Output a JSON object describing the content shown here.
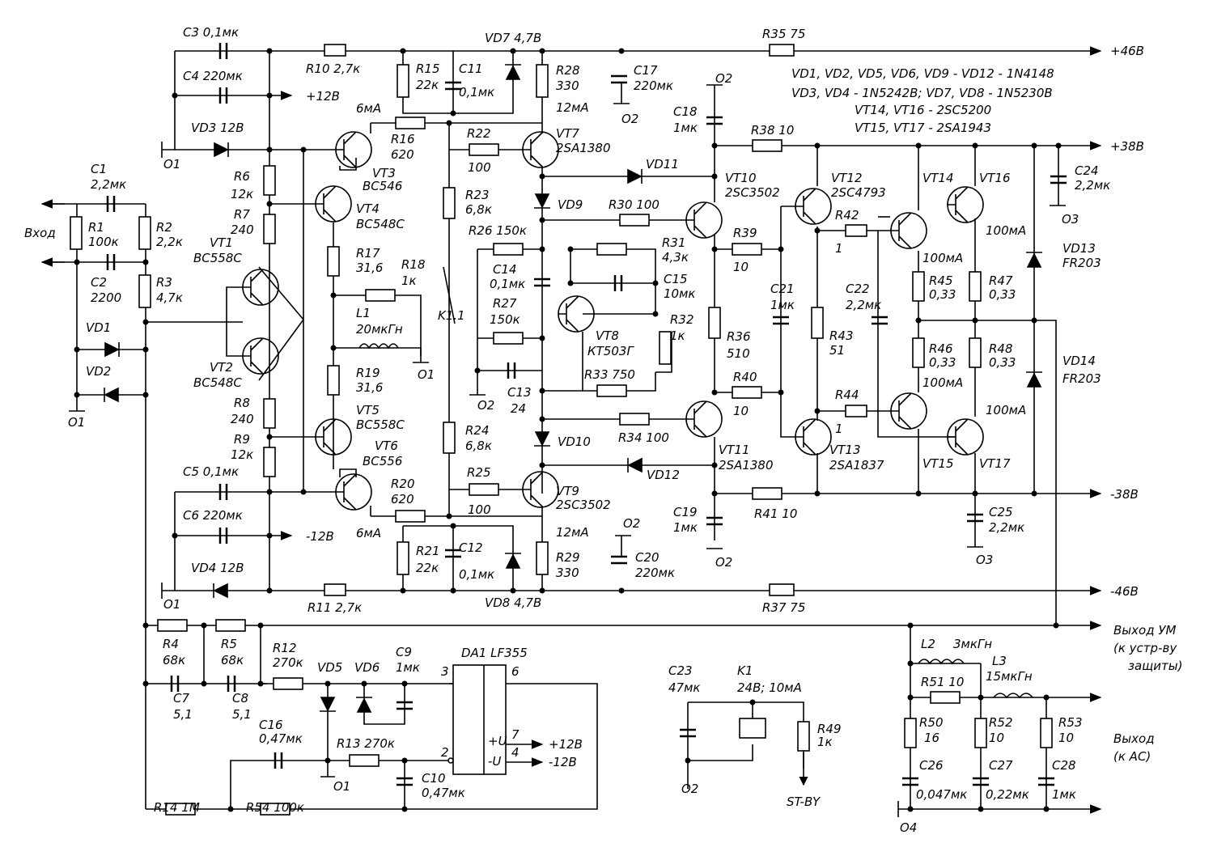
{
  "rails": {
    "p46": "+46В",
    "p38": "+38В",
    "m38": "-38В",
    "m46": "-46В",
    "p12": "+12В",
    "m12": "-12В"
  },
  "notes": [
    "VD1, VD2, VD5, VD6, VD9 - VD12 - 1N4148",
    "VD3, VD4 - 1N5242B;   VD7, VD8 - 1N5230B",
    "VT14, VT16 - 2SC5200",
    "VT15, VT17 - 2SA1943"
  ],
  "io": {
    "input": "Вход",
    "out_amp": [
      "Выход УМ",
      "(к устр-ву",
      "защиты)"
    ],
    "out_ac": [
      "Выход",
      "(к АС)"
    ],
    "standby": "ST-BY"
  },
  "grounds": {
    "o1": "О1",
    "o2": "О2",
    "o3": "О3",
    "o4": "О4"
  },
  "labels": [
    [
      "c3",
      "C3  0,1мк",
      226,
      45
    ],
    [
      "c4",
      "C4   220мк",
      226,
      99
    ],
    [
      "vd3",
      "VD3   12В",
      236,
      163
    ],
    [
      "c1",
      "C1",
      112,
      214
    ],
    [
      "c1v",
      "2,2мк",
      112,
      233
    ],
    [
      "r1",
      "R1",
      109,
      286
    ],
    [
      "r1v",
      "100к",
      109,
      304
    ],
    [
      "r2",
      "R2",
      193,
      286
    ],
    [
      "r2v",
      "2,2к",
      193,
      304
    ],
    [
      "c2",
      "C2",
      112,
      354
    ],
    [
      "c2v",
      "2200",
      112,
      373
    ],
    [
      "r3",
      "R3",
      193,
      354
    ],
    [
      "r3v",
      "4,7к",
      193,
      373
    ],
    [
      "vd1",
      "VD1",
      106,
      410
    ],
    [
      "vd2",
      "VD2",
      106,
      464
    ],
    [
      "r6",
      "R6",
      289,
      223
    ],
    [
      "r6v",
      "12к",
      285,
      245
    ],
    [
      "r7",
      "R7",
      289,
      270
    ],
    [
      "r7v",
      "240",
      285,
      289
    ],
    [
      "vt1",
      "VT1",
      259,
      305
    ],
    [
      "vt1t",
      "BC558C",
      239,
      324
    ],
    [
      "vt2",
      "VT2",
      259,
      459
    ],
    [
      "vt2t",
      "BC548C",
      239,
      478
    ],
    [
      "r8",
      "R8",
      289,
      503
    ],
    [
      "r8v",
      "240",
      285,
      523
    ],
    [
      "r9",
      "R9",
      289,
      548
    ],
    [
      "r9v",
      "12к",
      285,
      567
    ],
    [
      "c5",
      "C5  0,1мк",
      226,
      588
    ],
    [
      "c6",
      "C6    220мк",
      226,
      642
    ],
    [
      "vd4",
      "VD4   12В",
      236,
      707
    ],
    [
      "vt3",
      "VT3",
      460,
      219
    ],
    [
      "vt3t",
      "BC546",
      448,
      235
    ],
    [
      "ma6a",
      "6мА",
      440,
      139
    ],
    [
      "r16",
      "R16",
      483,
      177
    ],
    [
      "r16v",
      "620",
      483,
      196
    ],
    [
      "r10",
      "R10  2,7к",
      378,
      90
    ],
    [
      "vt4",
      "VT4",
      440,
      263
    ],
    [
      "vt4t",
      "BC548C",
      440,
      282
    ],
    [
      "r17",
      "R17",
      440,
      318
    ],
    [
      "r17v",
      "31,6",
      440,
      336
    ],
    [
      "r18",
      "R18",
      496,
      332
    ],
    [
      "r18v",
      "1к",
      496,
      352
    ],
    [
      "l1",
      "L1",
      440,
      392
    ],
    [
      "l1v",
      "20мкГн",
      440,
      412
    ],
    [
      "r19",
      "R19",
      440,
      466
    ],
    [
      "r19v",
      "31,6",
      440,
      484
    ],
    [
      "vt5",
      "VT5",
      440,
      512
    ],
    [
      "vt5t",
      "BC558C",
      440,
      530
    ],
    [
      "vt6",
      "VT6",
      463,
      556
    ],
    [
      "vt6t",
      "BC556",
      448,
      575
    ],
    [
      "r20",
      "R20",
      483,
      603
    ],
    [
      "r20v",
      "620",
      483,
      622
    ],
    [
      "ma6b",
      "6мА",
      440,
      664
    ],
    [
      "r11",
      "R11  2,7к",
      380,
      756
    ],
    [
      "r15",
      "R15",
      514,
      90
    ],
    [
      "r15v",
      "22к",
      514,
      110
    ],
    [
      "c11",
      "C11",
      567,
      90
    ],
    [
      "c11v",
      "0,1мк",
      567,
      119
    ],
    [
      "vd7",
      "VD7  4,7В",
      599,
      52
    ],
    [
      "r28",
      "R28",
      687,
      92
    ],
    [
      "r28v",
      "330",
      687,
      111
    ],
    [
      "ma12a",
      "12мА",
      687,
      138
    ],
    [
      "r22",
      "R22",
      577,
      170
    ],
    [
      "r22v",
      "100",
      578,
      212
    ],
    [
      "vt7",
      "VT7",
      687,
      170
    ],
    [
      "vt7t",
      "2SA1380",
      687,
      188
    ],
    [
      "vd11",
      "VD11",
      798,
      208
    ],
    [
      "r23",
      "R23",
      575,
      246
    ],
    [
      "r23v",
      "6,8к",
      575,
      264
    ],
    [
      "vd9",
      "VD9",
      689,
      258
    ],
    [
      "r30",
      "R30  100",
      752,
      258
    ],
    [
      "r26",
      "R26   150к",
      579,
      290
    ],
    [
      "c14",
      "C14",
      609,
      338
    ],
    [
      "c14v",
      "0,1мк",
      605,
      356
    ],
    [
      "k11",
      "K1.1",
      541,
      395
    ],
    [
      "r27",
      "R27",
      609,
      380
    ],
    [
      "r27v",
      "150к",
      605,
      400
    ],
    [
      "c13",
      "C13",
      627,
      490
    ],
    [
      "c13v",
      "24",
      631,
      510
    ],
    [
      "vt8",
      "VT8",
      736,
      420
    ],
    [
      "vt8t",
      "КТ503Г",
      726,
      439
    ],
    [
      "r31",
      "R31",
      818,
      305
    ],
    [
      "r31v",
      "4,3к",
      818,
      323
    ],
    [
      "c15",
      "C15",
      820,
      350
    ],
    [
      "c15v",
      "10мк",
      820,
      368
    ],
    [
      "r32",
      "R32",
      828,
      400
    ],
    [
      "r32v",
      "1к",
      828,
      420
    ],
    [
      "r33",
      "R33  750",
      722,
      468
    ],
    [
      "r34",
      "R34  100",
      764,
      546
    ],
    [
      "vd10",
      "VD10",
      689,
      551
    ],
    [
      "r24",
      "R24",
      575,
      537
    ],
    [
      "r24v",
      "6,8к",
      575,
      556
    ],
    [
      "vd12",
      "VD12",
      799,
      592
    ],
    [
      "r25",
      "R25",
      577,
      589
    ],
    [
      "r25v",
      "100",
      578,
      635
    ],
    [
      "vt9",
      "VT9",
      687,
      612
    ],
    [
      "vt9t",
      "2SC3502",
      687,
      629
    ],
    [
      "ma12b",
      "12мА",
      687,
      663
    ],
    [
      "r21",
      "R21",
      514,
      686
    ],
    [
      "r21v",
      "22к",
      514,
      707
    ],
    [
      "c12",
      "C12",
      567,
      682
    ],
    [
      "c12v",
      "0,1мк",
      567,
      715
    ],
    [
      "vd8",
      "VD8  4,7В",
      599,
      750
    ],
    [
      "r29",
      "R29",
      687,
      694
    ],
    [
      "r29v",
      "330",
      687,
      713
    ],
    [
      "r35",
      "R35   75",
      942,
      47
    ],
    [
      "c17",
      "C17",
      783,
      92
    ],
    [
      "c17v",
      "220мк",
      783,
      111
    ],
    [
      "c18",
      "C18",
      832,
      143
    ],
    [
      "c18v",
      "1мк",
      832,
      163
    ],
    [
      "r38",
      "R38   10",
      928,
      166
    ],
    [
      "vt10",
      "VT10",
      896,
      225
    ],
    [
      "vt10t",
      "2SC3502",
      896,
      243
    ],
    [
      "r39",
      "R39",
      906,
      293
    ],
    [
      "r39v",
      "10",
      906,
      335
    ],
    [
      "r36",
      "R36",
      898,
      421
    ],
    [
      "r36v",
      "510",
      898,
      442
    ],
    [
      "r40",
      "R40",
      906,
      471
    ],
    [
      "r40v",
      "10",
      906,
      513
    ],
    [
      "vt11",
      "VT11",
      888,
      561
    ],
    [
      "vt11t",
      "2SA1380",
      888,
      580
    ],
    [
      "r41",
      "R41  10",
      932,
      640
    ],
    [
      "c19",
      "C19",
      832,
      638
    ],
    [
      "c19v",
      "1мк",
      832,
      657
    ],
    [
      "c20",
      "C20",
      785,
      694
    ],
    [
      "c20v",
      "220мк",
      785,
      713
    ],
    [
      "r37",
      "R37   75",
      942,
      756
    ],
    [
      "vt12",
      "VT12",
      1027,
      225
    ],
    [
      "vt12t",
      "2SC4793",
      1027,
      243
    ],
    [
      "r42",
      "R42",
      1032,
      271
    ],
    [
      "r42v",
      "1",
      1032,
      312
    ],
    [
      "c21",
      "C21",
      952,
      362
    ],
    [
      "c21v",
      "1мк",
      952,
      382
    ],
    [
      "c22",
      "C22",
      1045,
      362
    ],
    [
      "c22v",
      "2,2мк",
      1045,
      382
    ],
    [
      "r43",
      "R43",
      1025,
      420
    ],
    [
      "r43v",
      "51",
      1025,
      438
    ],
    [
      "r44",
      "R44",
      1032,
      493
    ],
    [
      "r44v",
      "1",
      1032,
      535
    ],
    [
      "vt13",
      "VT13",
      1025,
      561
    ],
    [
      "vt13t",
      "2SA1837",
      1025,
      580
    ],
    [
      "vt14",
      "VT14",
      1140,
      225
    ],
    [
      "vt16",
      "VT16",
      1210,
      225
    ],
    [
      "ma100a",
      "100мА",
      1218,
      290
    ],
    [
      "ma100b",
      "100мА",
      1140,
      324
    ],
    [
      "r45",
      "R45",
      1148,
      352
    ],
    [
      "r45v",
      "0,33",
      1148,
      369
    ],
    [
      "r47",
      "R47",
      1222,
      352
    ],
    [
      "r47v",
      "0,33",
      1222,
      369
    ],
    [
      "r46",
      "R46",
      1148,
      436
    ],
    [
      "r46v",
      "0,33",
      1148,
      453
    ],
    [
      "r48",
      "R48",
      1222,
      436
    ],
    [
      "r48v",
      "0,33",
      1222,
      453
    ],
    [
      "ma100c",
      "100мА",
      1140,
      478
    ],
    [
      "ma100d",
      "100мА",
      1218,
      512
    ],
    [
      "vt15",
      "VT15",
      1140,
      578
    ],
    [
      "vt17",
      "VT17",
      1210,
      578
    ],
    [
      "c24",
      "C24",
      1328,
      216
    ],
    [
      "c24v",
      "2,2мк",
      1328,
      234
    ],
    [
      "vd13",
      "VD13",
      1313,
      312
    ],
    [
      "vd13t",
      "FR203",
      1313,
      330
    ],
    [
      "vd14",
      "VD14",
      1313,
      451
    ],
    [
      "vd14t",
      "FR203",
      1313,
      473
    ],
    [
      "c25",
      "C25",
      1222,
      638
    ],
    [
      "c25v",
      "2,2мк",
      1222,
      657
    ],
    [
      "r4",
      "R4",
      201,
      801
    ],
    [
      "r4v",
      "68к",
      201,
      821
    ],
    [
      "r5",
      "R5",
      273,
      801
    ],
    [
      "r5v",
      "68к",
      273,
      821
    ],
    [
      "c7",
      "C7",
      214,
      868
    ],
    [
      "c7v",
      "5,1",
      214,
      888
    ],
    [
      "c8",
      "C8",
      287,
      868
    ],
    [
      "c8v",
      "5,1",
      287,
      888
    ],
    [
      "r12",
      "R12",
      337,
      806
    ],
    [
      "r12v",
      "270к",
      337,
      824
    ],
    [
      "vd5",
      "VD5",
      392,
      830
    ],
    [
      "vd6",
      "VD6",
      438,
      830
    ],
    [
      "c9",
      "C9",
      489,
      811
    ],
    [
      "c9v",
      "1мк",
      489,
      830
    ],
    [
      "c16",
      "C16",
      320,
      901
    ],
    [
      "c16v",
      "0,47мк",
      320,
      918
    ],
    [
      "r13",
      "R13  270к",
      416,
      924
    ],
    [
      "c10",
      "C10",
      521,
      967
    ],
    [
      "c10v",
      "0,47мк",
      521,
      985
    ],
    [
      "r14",
      "R14  1М",
      190,
      1003
    ],
    [
      "r54",
      "R54  100к",
      304,
      1003
    ],
    [
      "da1",
      "DA1   LF355",
      570,
      812
    ],
    [
      "pin3",
      "3",
      545,
      835
    ],
    [
      "pin6",
      "6",
      632,
      835
    ],
    [
      "pin2",
      "2",
      545,
      935
    ],
    [
      "pin7",
      "7",
      632,
      913
    ],
    [
      "pin4",
      "4",
      632,
      935
    ],
    [
      "pu",
      "+U",
      603,
      921
    ],
    [
      "mu",
      "-U",
      603,
      946
    ],
    [
      "c23",
      "C23",
      826,
      834
    ],
    [
      "c23v",
      "47мк",
      826,
      855
    ],
    [
      "k1",
      "K1",
      911,
      834
    ],
    [
      "k1v",
      "24В; 10мА",
      911,
      855
    ],
    [
      "r49",
      "R49",
      1010,
      906
    ],
    [
      "r49v",
      "1к",
      1010,
      922
    ],
    [
      "l2",
      "L2",
      1138,
      801
    ],
    [
      "l2v",
      "3мкГн",
      1178,
      801
    ],
    [
      "l3",
      "L3",
      1226,
      822
    ],
    [
      "l3v",
      "15мкГн",
      1218,
      841
    ],
    [
      "r51",
      "R51  10",
      1138,
      848
    ],
    [
      "r50",
      "R50",
      1136,
      898
    ],
    [
      "r50v",
      "16",
      1142,
      917
    ],
    [
      "r52",
      "R52",
      1222,
      898
    ],
    [
      "r52v",
      "10",
      1222,
      917
    ],
    [
      "r53",
      "R53",
      1308,
      898
    ],
    [
      "r53v",
      "10",
      1308,
      917
    ],
    [
      "c26",
      "C26",
      1136,
      951
    ],
    [
      "c26v",
      "0,047мк",
      1132,
      987
    ],
    [
      "c27",
      "C27",
      1222,
      951
    ],
    [
      "c27v",
      "0,22мк",
      1218,
      987
    ],
    [
      "c28",
      "C28",
      1300,
      951
    ],
    [
      "c28v",
      "1мк",
      1300,
      987
    ]
  ]
}
